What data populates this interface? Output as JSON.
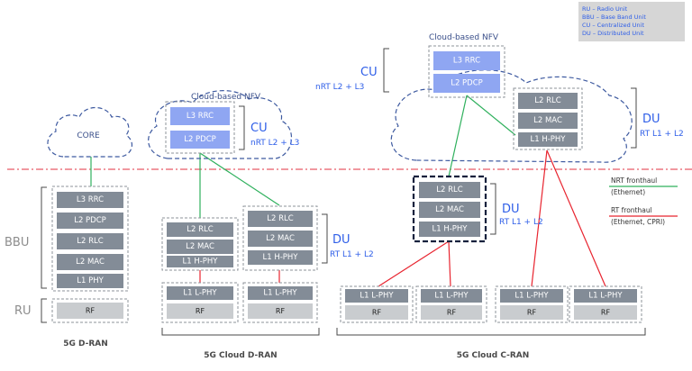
{
  "legend": {
    "lines": [
      "RU – Radio Unit",
      "BBU – Base Band Unit",
      "CU  – Centralized Unit",
      "DU – Distributed Unit"
    ]
  },
  "labels": {
    "bbu": "BBU",
    "ru": "RU",
    "core": "CORE",
    "cloud_nfv": "Cloud-based NFV",
    "cu": "CU",
    "du": "DU",
    "nrt_l23": "nRT L2 + L3",
    "rt_l12": "RT L1 + L2"
  },
  "layers": {
    "l3_rrc": "L3 RRC",
    "l2_pdcp": "L2 PDCP",
    "l2_rlc": "L2 RLC",
    "l2_mac": "L2 MAC",
    "l1_phy": "L1 PHY",
    "l1_h_phy": "L1 H-PHY",
    "l1_l_phy": "L1 L-PHY",
    "rf": "RF"
  },
  "fronthaul": {
    "nrt_title": "NRT fronthaul",
    "nrt_sub": "(Ethernet)",
    "rt_title": "RT fronthaul",
    "rt_sub": "(Ethernet, CPRI)",
    "nrt_color": "#2eb05c",
    "rt_color": "#e8242f"
  },
  "architectures": {
    "d_ran": "5G D-RAN",
    "cloud_d_ran": "5G Cloud D-RAN",
    "cloud_c_ran": "5G Cloud C-RAN"
  },
  "colors": {
    "divider": "#e0303f",
    "highlight_border": "#14213d"
  }
}
